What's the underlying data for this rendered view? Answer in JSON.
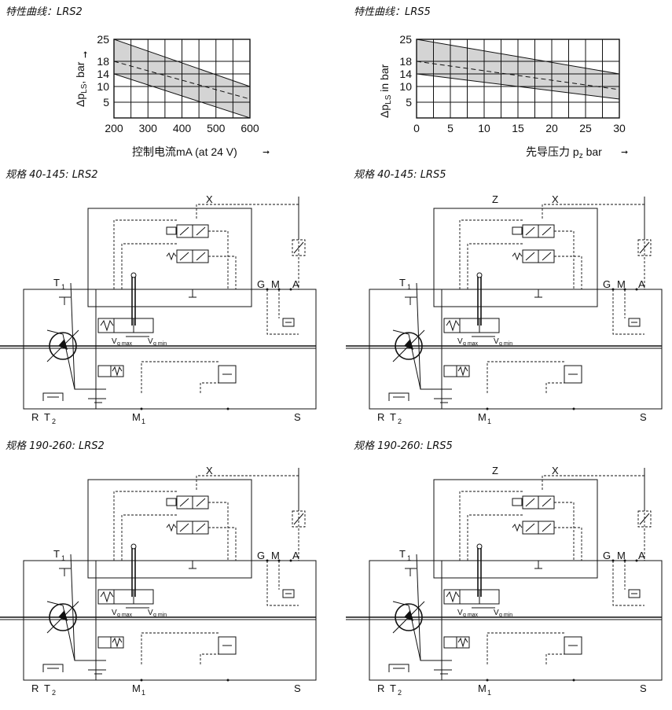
{
  "titles": {
    "chart_lrs2": "特性曲线：LRS2",
    "chart_lrs5": "特性曲线：LRS5",
    "diag_a": "规格 40-145: LRS2",
    "diag_b": "规格 40-145: LRS5",
    "diag_c": "规格 190-260: LRS2",
    "diag_d": "规格 190-260: LRS5"
  },
  "chart_data": [
    {
      "type": "area",
      "title": "特性曲线：LRS2",
      "xlabel": "控制电流mA (at 24 V)",
      "ylabel": "Δp_LS, bar",
      "xlim": [
        200,
        600
      ],
      "ylim": [
        0,
        25
      ],
      "x_ticks": [
        "200",
        "300",
        "400",
        "500",
        "600"
      ],
      "y_ticks": [
        "5",
        "10",
        "14",
        "18",
        "25"
      ],
      "series": [
        {
          "role": "band-upper",
          "x": [
            200,
            600
          ],
          "y": [
            25,
            10
          ]
        },
        {
          "role": "band-lower",
          "x": [
            200,
            600
          ],
          "y": [
            14,
            0
          ]
        },
        {
          "role": "nominal",
          "x": [
            200,
            600
          ],
          "y": [
            18,
            6
          ]
        }
      ],
      "grid": true
    },
    {
      "type": "area",
      "title": "特性曲线：LRS5",
      "xlabel": "先导压力 p_z  bar",
      "ylabel": "Δp_LS in bar",
      "xlim": [
        0,
        30
      ],
      "ylim": [
        0,
        25
      ],
      "x_ticks": [
        "0",
        "5",
        "10",
        "15",
        "20",
        "25",
        "30"
      ],
      "y_ticks": [
        "5",
        "10",
        "14",
        "18",
        "25"
      ],
      "series": [
        {
          "role": "band-upper",
          "x": [
            0,
            30
          ],
          "y": [
            25,
            14
          ]
        },
        {
          "role": "band-lower",
          "x": [
            0,
            30
          ],
          "y": [
            14,
            6
          ]
        },
        {
          "role": "nominal",
          "x": [
            0,
            30
          ],
          "y": [
            18,
            9
          ]
        }
      ],
      "grid": true
    }
  ],
  "chart_text": {
    "c1": {
      "ylabel_a": "Δp",
      "ylabel_sub": "LS",
      "ylabel_b": ", bar",
      "xlabel": "控制电流mA (at 24 V)",
      "arrow": "➞"
    },
    "c2": {
      "ylabel_a": "Δp",
      "ylabel_sub": "LS",
      "ylabel_b": " in bar",
      "xlabel_a": "先导压力 p",
      "xlabel_sub": "z",
      "xlabel_b": "  bar",
      "arrow": "➞"
    }
  },
  "diagram": {
    "ports": {
      "X": "X",
      "Z": "Z",
      "T": "T",
      "one": "1",
      "two": "2",
      "R": "R",
      "M": "M",
      "G": "G",
      "A": "A",
      "S": "S"
    },
    "vg_max_a": "V",
    "vg_max_sub": "g max",
    "vg_min_a": "V",
    "vg_min_sub": "g min"
  }
}
